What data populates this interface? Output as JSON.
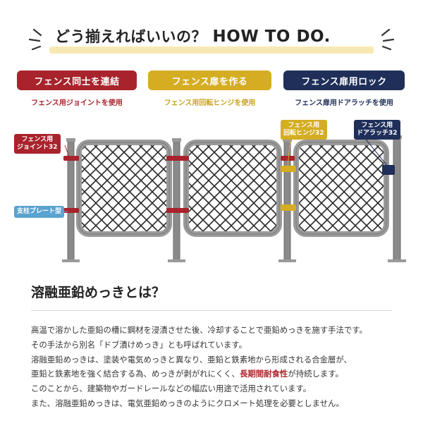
{
  "header": {
    "title_jp": "どう揃えればいいの？",
    "title_en": "HOW TO DO."
  },
  "features": [
    {
      "label": "フェンス同士を連結",
      "sub": "フェンス用ジョイントを使用",
      "color": "#a8232c"
    },
    {
      "label": "フェンス扉を作る",
      "sub": "フェンス用回転ヒンジを使用",
      "color": "#d4ad22"
    },
    {
      "label": "フェンス扉用ロック",
      "sub": "フェンス扉用ドアラッチを使用",
      "color": "#1f2f5a"
    }
  ],
  "callouts": {
    "joint": {
      "line1": "フェンス用",
      "line2": "ジョイント32"
    },
    "plate": {
      "line1": "支柱プレート型"
    },
    "hinge": {
      "line1": "フェンス用",
      "line2": "回転ヒンジ32"
    },
    "latch": {
      "line1": "フェンス用",
      "line2": "ドアラッチ32"
    }
  },
  "colors": {
    "red": "#a8232c",
    "yellow": "#d4ad22",
    "navy": "#1f2f5a",
    "blue": "#5aa3d0",
    "frame": "#8c8c8c",
    "mesh": "#2b2b2b"
  },
  "explanation": {
    "title": "溶融亜鉛めっきとは？",
    "line1": "高温で溶かした亜鉛の槽に鋼材を浸漬させた後、冷却することで亜鉛めっきを施す手法です。",
    "line2": "その手法から別名「ドブ漬けめっき」とも呼ばれています。",
    "line3": "溶融亜鉛めっきは、塗装や電気めっきと異なり、亜鉛と鉄素地から形成される合金層が、",
    "line4_pre": "亜鉛と鉄素地を強く結合する為、めっきが剥がれにくく、",
    "line4_hl": "長期間耐食性",
    "line4_post": "が持続します。",
    "line5": "このことから、建築物やガードレールなどの幅広い用途で活用されています。",
    "line6": "また、溶融亜鉛めっきは、電気亜鉛めっきのようにクロメート処理を必要としません。"
  }
}
